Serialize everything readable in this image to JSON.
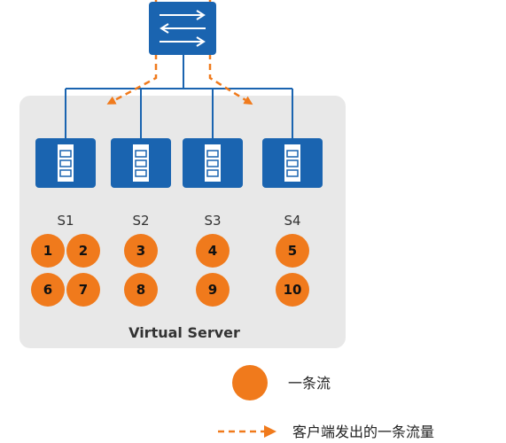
{
  "colors": {
    "blue": "#1a64b0",
    "orange": "#f07a1c",
    "panel": "#e8e8e8"
  },
  "icons": {
    "switch": "switch-icon",
    "server": "server-icon"
  },
  "virtual_server_label": "Virtual Server",
  "servers": [
    {
      "name": "S1",
      "flows": [
        "1",
        "2",
        "6",
        "7"
      ]
    },
    {
      "name": "S2",
      "flows": [
        "3",
        "8"
      ]
    },
    {
      "name": "S3",
      "flows": [
        "4",
        "9"
      ]
    },
    {
      "name": "S4",
      "flows": [
        "5",
        "10"
      ]
    }
  ],
  "legend": {
    "flow_label": "一条流",
    "client_flow_label": "客户端发出的一条流量"
  }
}
